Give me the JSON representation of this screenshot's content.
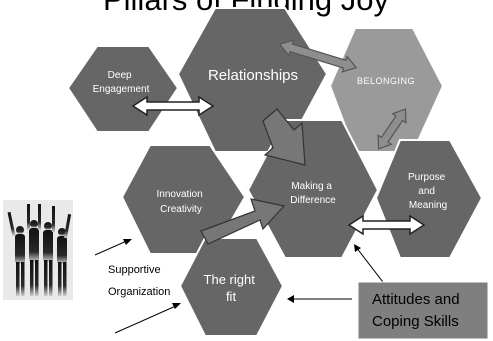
{
  "title": "Pillars of Finding Joy",
  "hexagons": {
    "deep_engagement": [
      "Deep",
      "Engagement"
    ],
    "relationships": "Relationships",
    "belonging": "BELONGING",
    "making_a_difference": [
      "Making a",
      "Difference"
    ],
    "purpose_and_meaning": [
      "Purpose",
      "and",
      "Meaning"
    ],
    "innovation_creativity": [
      "Innovation",
      "Creativity"
    ],
    "the_right_fit": [
      "The right",
      "fit"
    ]
  },
  "labels": {
    "supportive": "Supportive",
    "organization": "Organization"
  },
  "attitudes_box": [
    "Attitudes and",
    "Coping Skills"
  ],
  "colors": {
    "hex_fill": "#666666",
    "hex_stroke": "#ffffff",
    "belonging_fill": "#9a9a9a",
    "attitudes_box_fill": "#7f7f7f",
    "arrow_fill": "#777777"
  }
}
